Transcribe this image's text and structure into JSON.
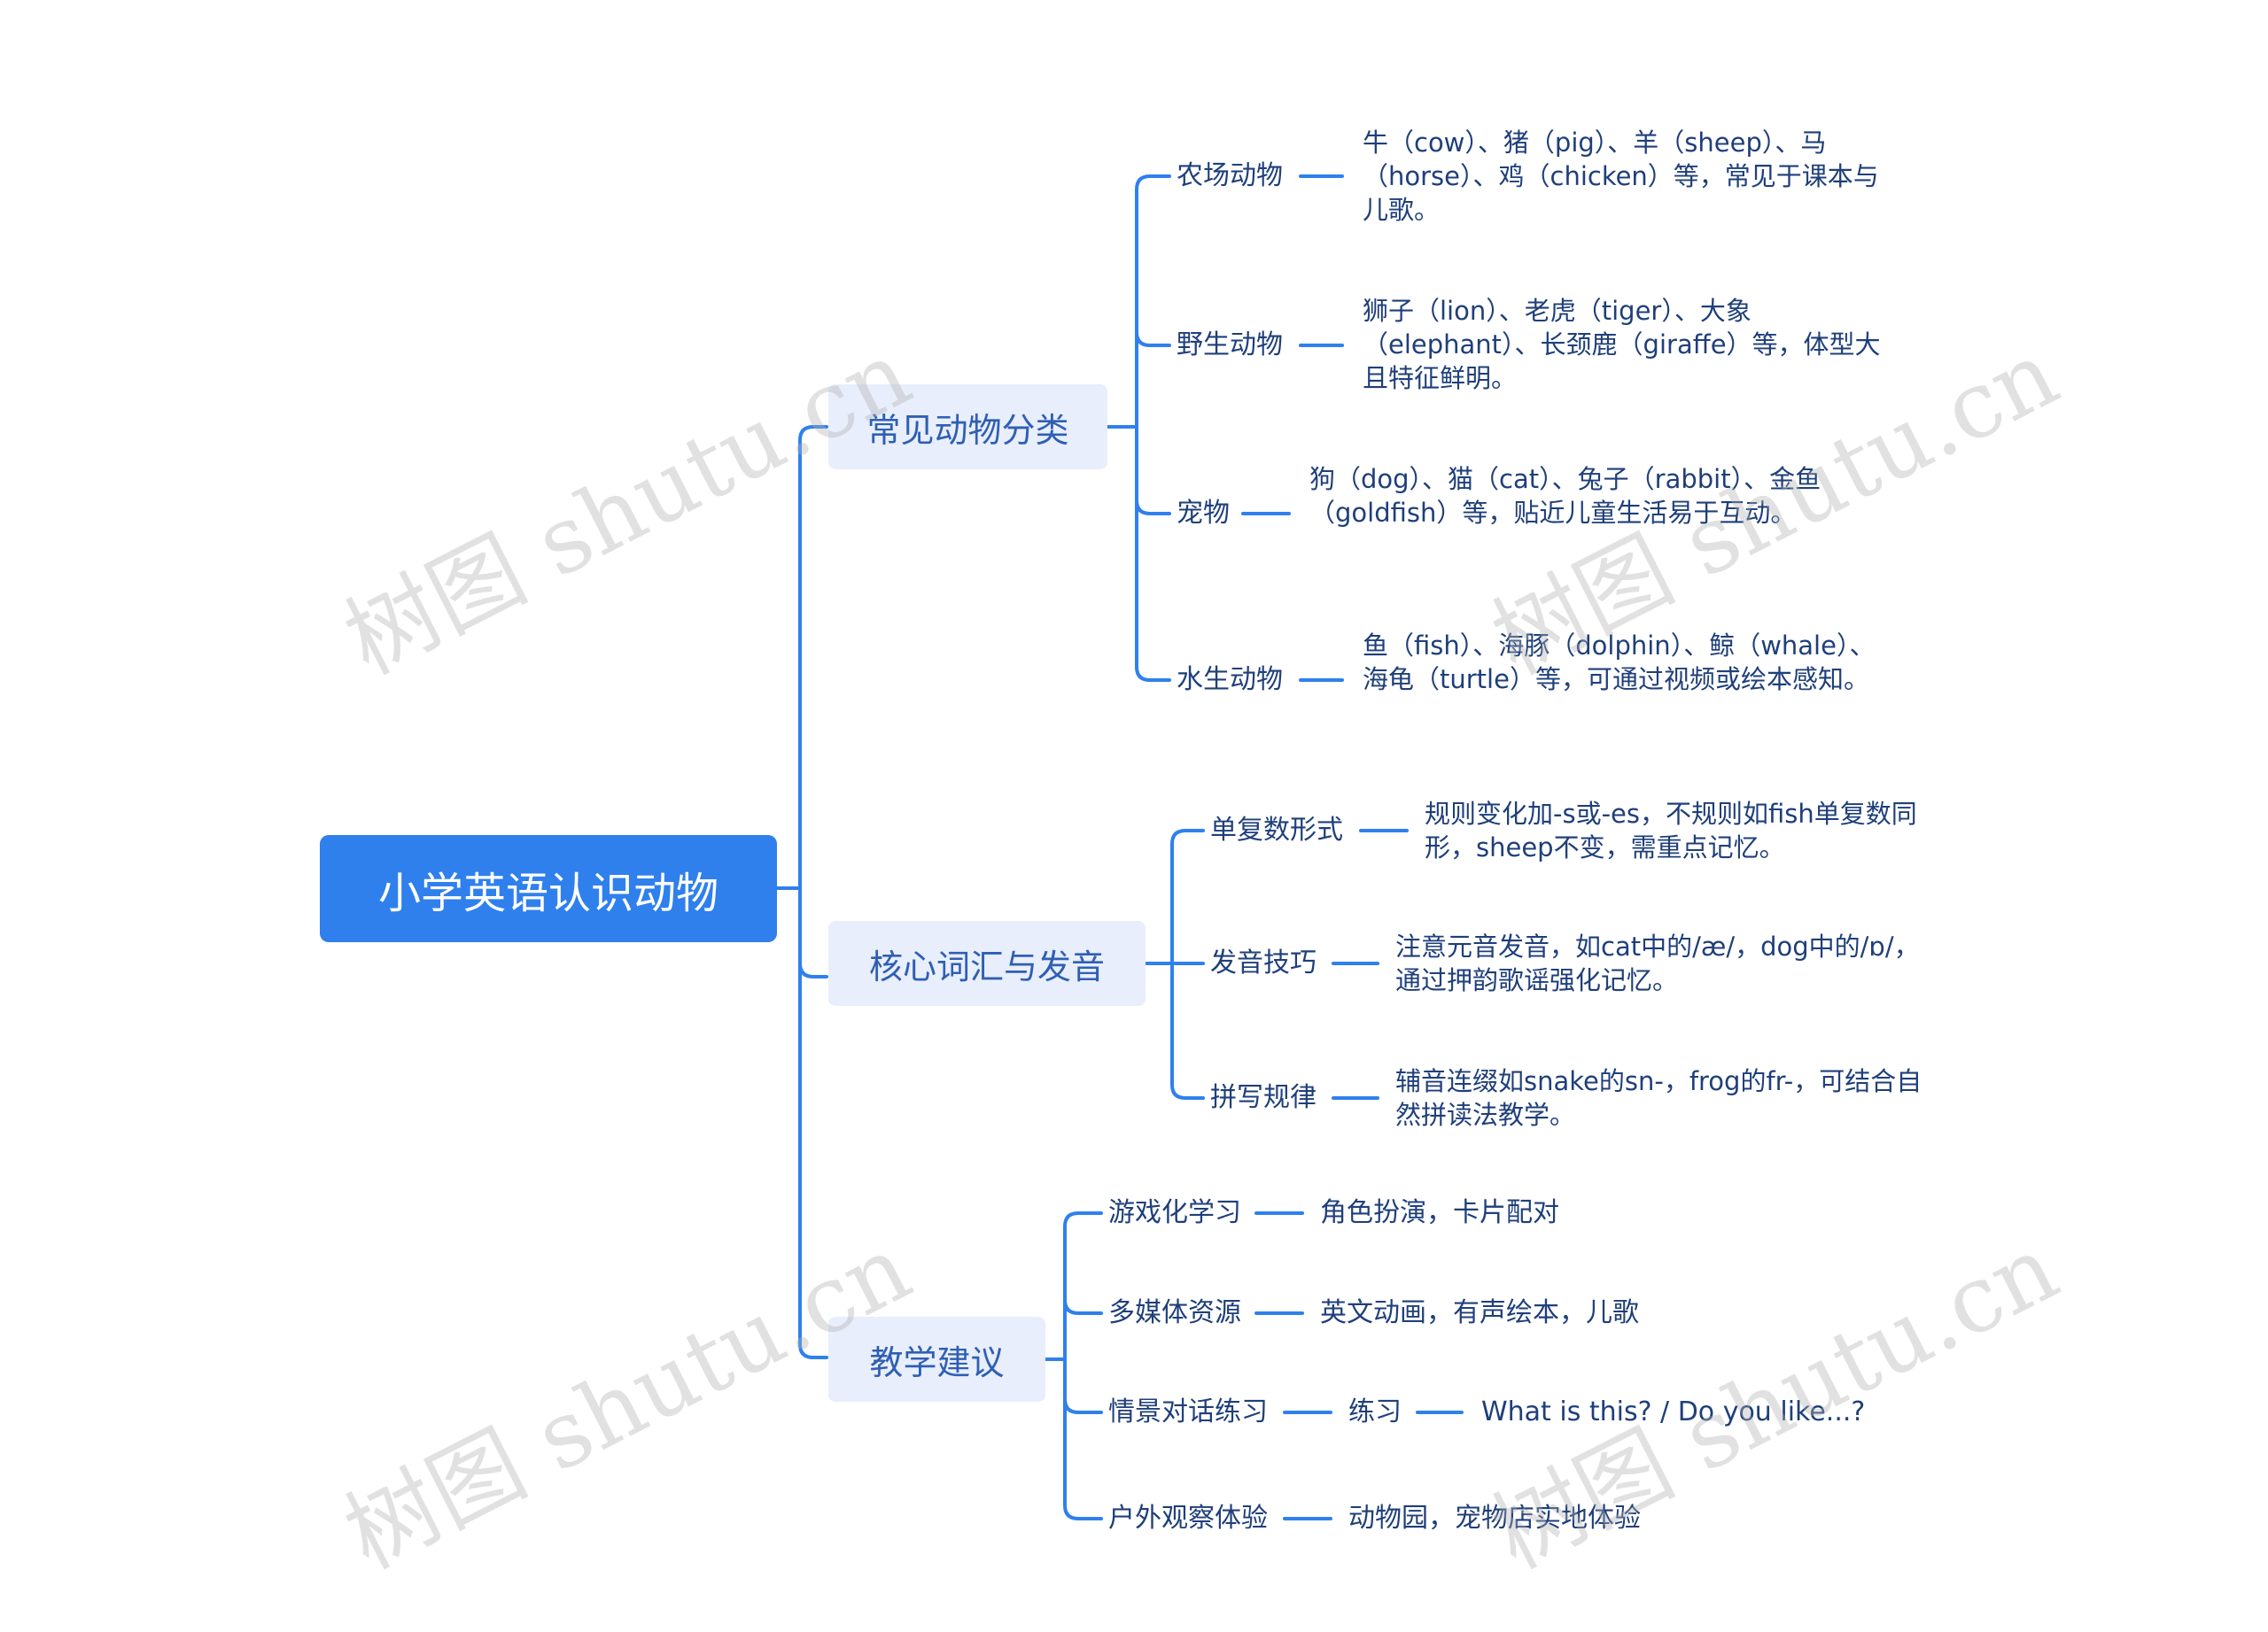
{
  "root": {
    "title": "小学英语认识动物"
  },
  "branches": [
    {
      "title": "常见动物分类",
      "children": [
        {
          "label": "农场动物",
          "desc": "牛（cow）、猪（pig）、羊（sheep）、马（horse）、鸡（chicken）等，常见于课本与儿歌。"
        },
        {
          "label": "野生动物",
          "desc": "狮子（lion）、老虎（tiger）、大象（elephant）、长颈鹿（giraffe）等，体型大且特征鲜明。"
        },
        {
          "label": "宠物",
          "desc": "狗（dog）、猫（cat）、兔子（rabbit）、金鱼（goldfish）等，贴近儿童生活易于互动。"
        },
        {
          "label": "水生动物",
          "desc": "鱼（fish）、海豚（dolphin）、鲸（whale）、海龟（turtle）等，可通过视频或绘本感知。"
        }
      ]
    },
    {
      "title": "核心词汇与发音",
      "children": [
        {
          "label": "单复数形式",
          "desc": "规则变化加-s或-es，不规则如fish单复数同形，sheep不变，需重点记忆。"
        },
        {
          "label": "发音技巧",
          "desc": "注意元音发音，如cat中的/æ/，dog中的/ɒ/，通过押韵歌谣强化记忆。"
        },
        {
          "label": "拼写规律",
          "desc": "辅音连缀如snake的sn-，frog的fr-，可结合自然拼读法教学。"
        }
      ]
    },
    {
      "title": "教学建议",
      "children": [
        {
          "label": "游戏化学习",
          "desc": "角色扮演，卡片配对"
        },
        {
          "label": "多媒体资源",
          "desc": "英文动画，有声绘本，儿歌"
        },
        {
          "label": "情景对话练习",
          "desc": "练习",
          "extra": "What is this? / Do you like...?"
        },
        {
          "label": "户外观察体验",
          "desc": "动物园，宠物店实地体验"
        }
      ]
    }
  ],
  "watermark": "树图 shutu.cn",
  "colors": {
    "accent": "#2f80ed",
    "branch_bg": "#e8eefb",
    "text": "#1f3f7a"
  }
}
